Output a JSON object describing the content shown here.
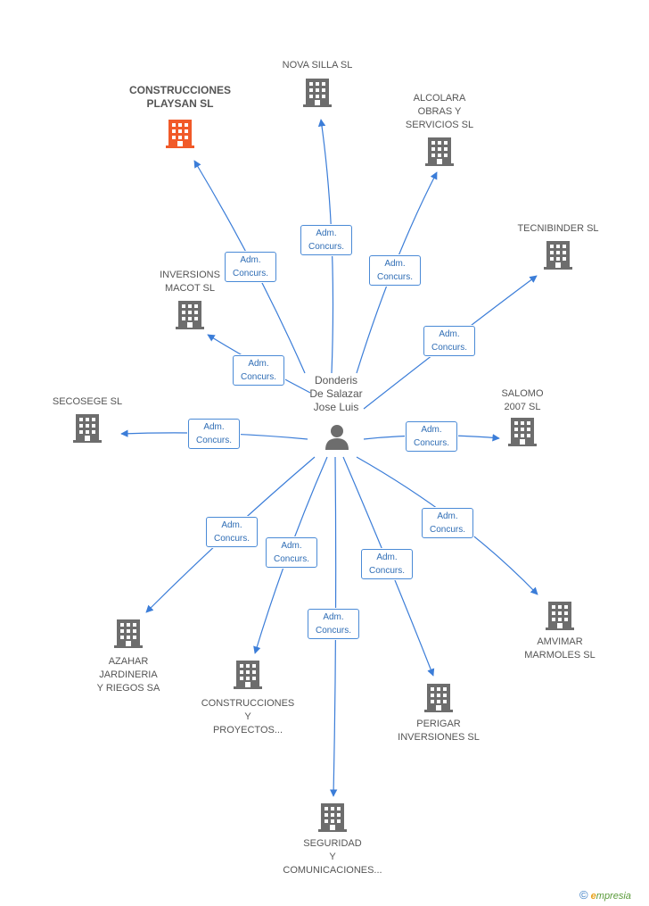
{
  "center": {
    "name_lines": [
      "Donderis",
      "De Salazar",
      "Jose Luis"
    ]
  },
  "edge_label": {
    "line1": "Adm.",
    "line2": "Concurs."
  },
  "nodes": [
    {
      "id": "playsan",
      "label_lines": [
        "CONSTRUCCIONES",
        "PLAYSAN SL"
      ],
      "highlight": true,
      "color": "#f15a29"
    },
    {
      "id": "nova",
      "label_lines": [
        "NOVA SILLA SL"
      ]
    },
    {
      "id": "alcolara",
      "label_lines": [
        "ALCOLARA",
        "OBRAS Y",
        "SERVICIOS SL"
      ]
    },
    {
      "id": "tecnibinder",
      "label_lines": [
        "TECNIBINDER SL"
      ]
    },
    {
      "id": "inversions",
      "label_lines": [
        "INVERSIONS",
        "MACOT  SL"
      ]
    },
    {
      "id": "secosege",
      "label_lines": [
        "SECOSEGE SL"
      ]
    },
    {
      "id": "salomo",
      "label_lines": [
        "SALOMO",
        "2007 SL"
      ]
    },
    {
      "id": "amvimar",
      "label_lines": [
        "AMVIMAR",
        "MARMOLES SL"
      ]
    },
    {
      "id": "azahar",
      "label_lines": [
        "AZAHAR",
        "JARDINERIA",
        "Y RIEGOS SA"
      ]
    },
    {
      "id": "construcciones",
      "label_lines": [
        "CONSTRUCCIONES",
        "Y",
        "PROYECTOS..."
      ]
    },
    {
      "id": "perigar",
      "label_lines": [
        "PERIGAR",
        "INVERSIONES SL"
      ]
    },
    {
      "id": "seguridad",
      "label_lines": [
        "SEGURIDAD",
        "Y",
        "COMUNICACIONES..."
      ]
    }
  ],
  "colors": {
    "edge": "#3b7dd8",
    "building": "#6d6d6d",
    "highlight": "#f15a29"
  },
  "footer": {
    "copyright": "©",
    "brand_e": "e",
    "brand_rest": "mpresia"
  }
}
